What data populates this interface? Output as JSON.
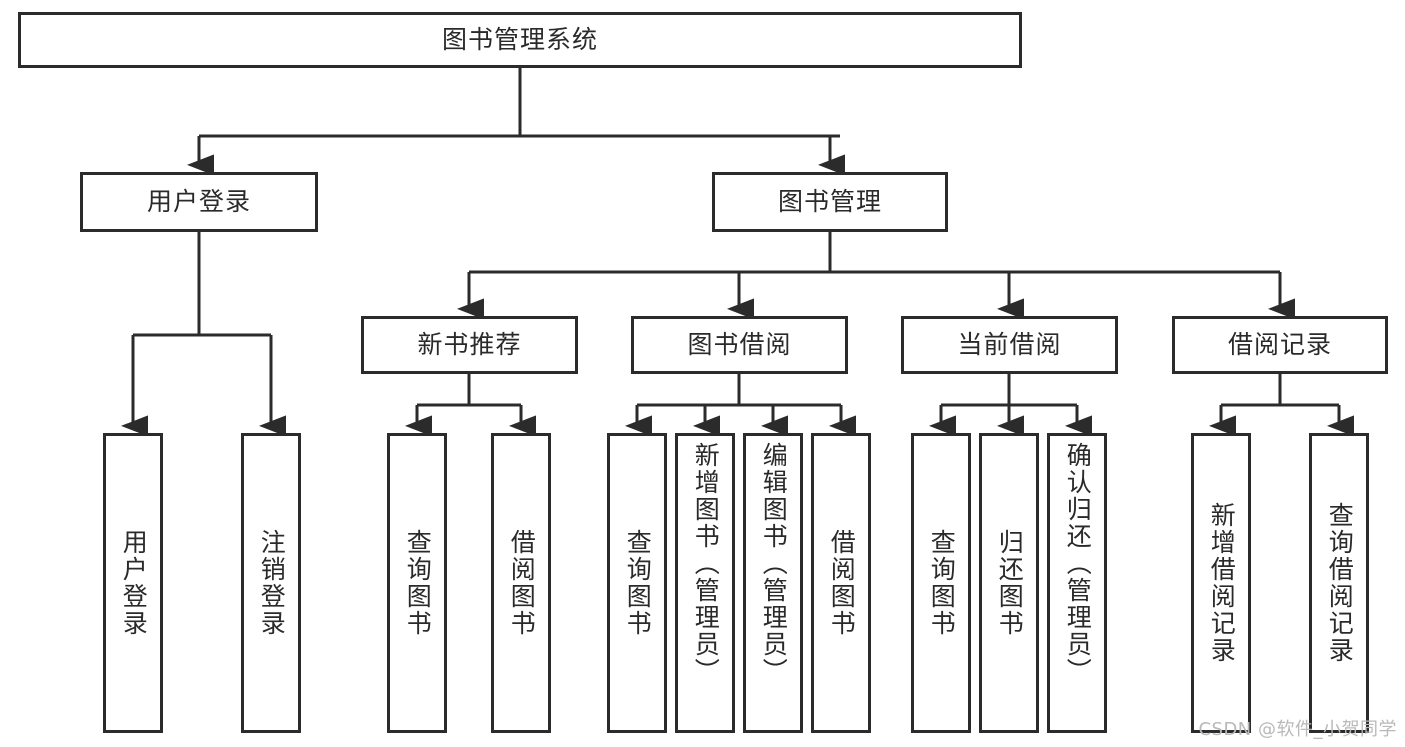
{
  "diagram": {
    "title": "图书管理系统",
    "type": "tree-hierarchy-chart",
    "colors": {
      "stroke": "#2b2b2b",
      "fill": "#ffffff",
      "text": "#2a2a2a",
      "watermark": "#b9b9b9"
    },
    "root": {
      "label": "图书管理系统"
    },
    "level1": [
      {
        "id": "user-login",
        "label": "用户登录"
      },
      {
        "id": "book-manage",
        "label": "图书管理"
      }
    ],
    "level2": [
      {
        "id": "new-book-recommend",
        "label": "新书推荐"
      },
      {
        "id": "book-borrow",
        "label": "图书借阅"
      },
      {
        "id": "current-borrow",
        "label": "当前借阅"
      },
      {
        "id": "borrow-record",
        "label": "借阅记录"
      }
    ],
    "leaves": {
      "user_login": [
        {
          "id": "leaf-user-login",
          "label": "用户登录"
        },
        {
          "id": "leaf-logout-login",
          "label": "注销登录"
        }
      ],
      "new_book_recommend": [
        {
          "id": "leaf-query-book-1",
          "label": "查询图书"
        },
        {
          "id": "leaf-borrow-book-1",
          "label": "借阅图书"
        }
      ],
      "book_borrow": [
        {
          "id": "leaf-query-book-2",
          "label": "查询图书"
        },
        {
          "id": "leaf-add-book",
          "label": "新增图书（管理员）"
        },
        {
          "id": "leaf-edit-book",
          "label": "编辑图书（管理员）"
        },
        {
          "id": "leaf-borrow-book-2",
          "label": "借阅图书"
        }
      ],
      "current_borrow": [
        {
          "id": "leaf-query-book-3",
          "label": "查询图书"
        },
        {
          "id": "leaf-return-book",
          "label": "归还图书"
        },
        {
          "id": "leaf-confirm-return",
          "label": "确认归还（管理员）"
        }
      ],
      "borrow_record": [
        {
          "id": "leaf-add-record",
          "label": "新增借阅记录"
        },
        {
          "id": "leaf-query-record",
          "label": "查询借阅记录"
        }
      ]
    }
  },
  "watermark": {
    "text": "CSDN @软件_小贺同学"
  }
}
